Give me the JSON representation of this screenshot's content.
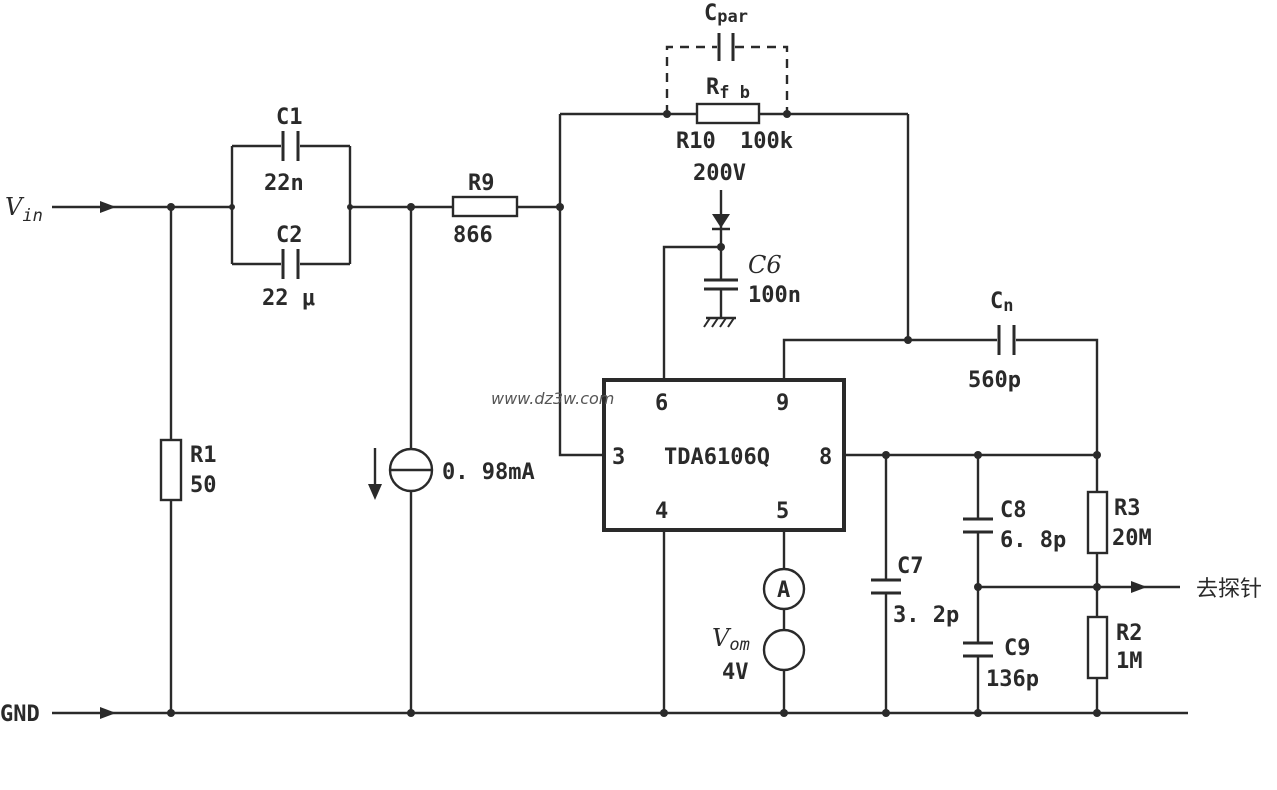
{
  "inputs": {
    "vin_main": "V",
    "vin_sub": "in",
    "gnd": "GND"
  },
  "components": {
    "c1": {
      "name": "C1",
      "value": "22n"
    },
    "c2": {
      "name": "C2",
      "value": "22 μ"
    },
    "r1": {
      "name": "R1",
      "value": "50"
    },
    "r9": {
      "name": "R9",
      "value": "866"
    },
    "current_source": {
      "value": "0. 98mA"
    },
    "cpar": {
      "main": "C",
      "sub": "par"
    },
    "rfb": {
      "main": "R",
      "sub": "f b"
    },
    "r10": {
      "name": "R10",
      "value": "100k"
    },
    "supply": {
      "value": "200V"
    },
    "c6": {
      "name": "C6",
      "value": "100n"
    },
    "cn": {
      "main": "C",
      "sub": "n",
      "value": "560p"
    },
    "ic": {
      "name": "TDA6106Q",
      "pin3": "3",
      "pin4": "4",
      "pin5": "5",
      "pin6": "6",
      "pin8": "8",
      "pin9": "9"
    },
    "ammeter": {
      "symbol": "A"
    },
    "vom": {
      "main": "V",
      "sub": "om",
      "value": "4V"
    },
    "c7": {
      "name": "C7",
      "value": "3. 2p"
    },
    "c8": {
      "name": "C8",
      "value": "6. 8p"
    },
    "c9": {
      "name": "C9",
      "value": "136p"
    },
    "r3": {
      "name": "R3",
      "value": "20M"
    },
    "r2": {
      "name": "R2",
      "value": "1M"
    }
  },
  "output": {
    "label": "去探针"
  },
  "watermark": "www.dz3w.com"
}
